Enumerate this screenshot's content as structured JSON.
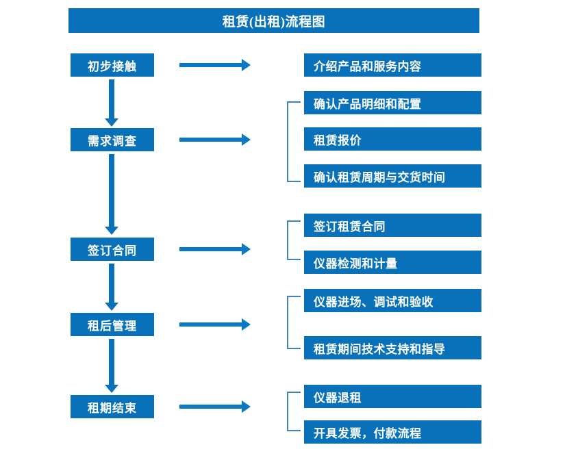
{
  "title": "租赁(出租)流程图",
  "theme": {
    "box_fill": "#0971BA",
    "box_text": "#FFFFFF",
    "arrow": "#0B78C4",
    "bracket": "#3D82BE",
    "background": "#FFFFFF"
  },
  "stages": [
    {
      "label": "初步接触"
    },
    {
      "label": "需求调查"
    },
    {
      "label": "签订合同"
    },
    {
      "label": "租后管理"
    },
    {
      "label": "租期结束"
    }
  ],
  "details": [
    {
      "label": "介绍产品和服务内容"
    },
    {
      "label": "确认产品明细和配置"
    },
    {
      "label": "租赁报价"
    },
    {
      "label": "确认租赁周期与交货时间"
    },
    {
      "label": "签订租赁合同"
    },
    {
      "label": "仪器检测和计量"
    },
    {
      "label": "仪器进场、调试和验收"
    },
    {
      "label": "租赁期间技术支持和指导"
    },
    {
      "label": "仪器退租"
    },
    {
      "label": "开具发票，付款流程"
    }
  ]
}
